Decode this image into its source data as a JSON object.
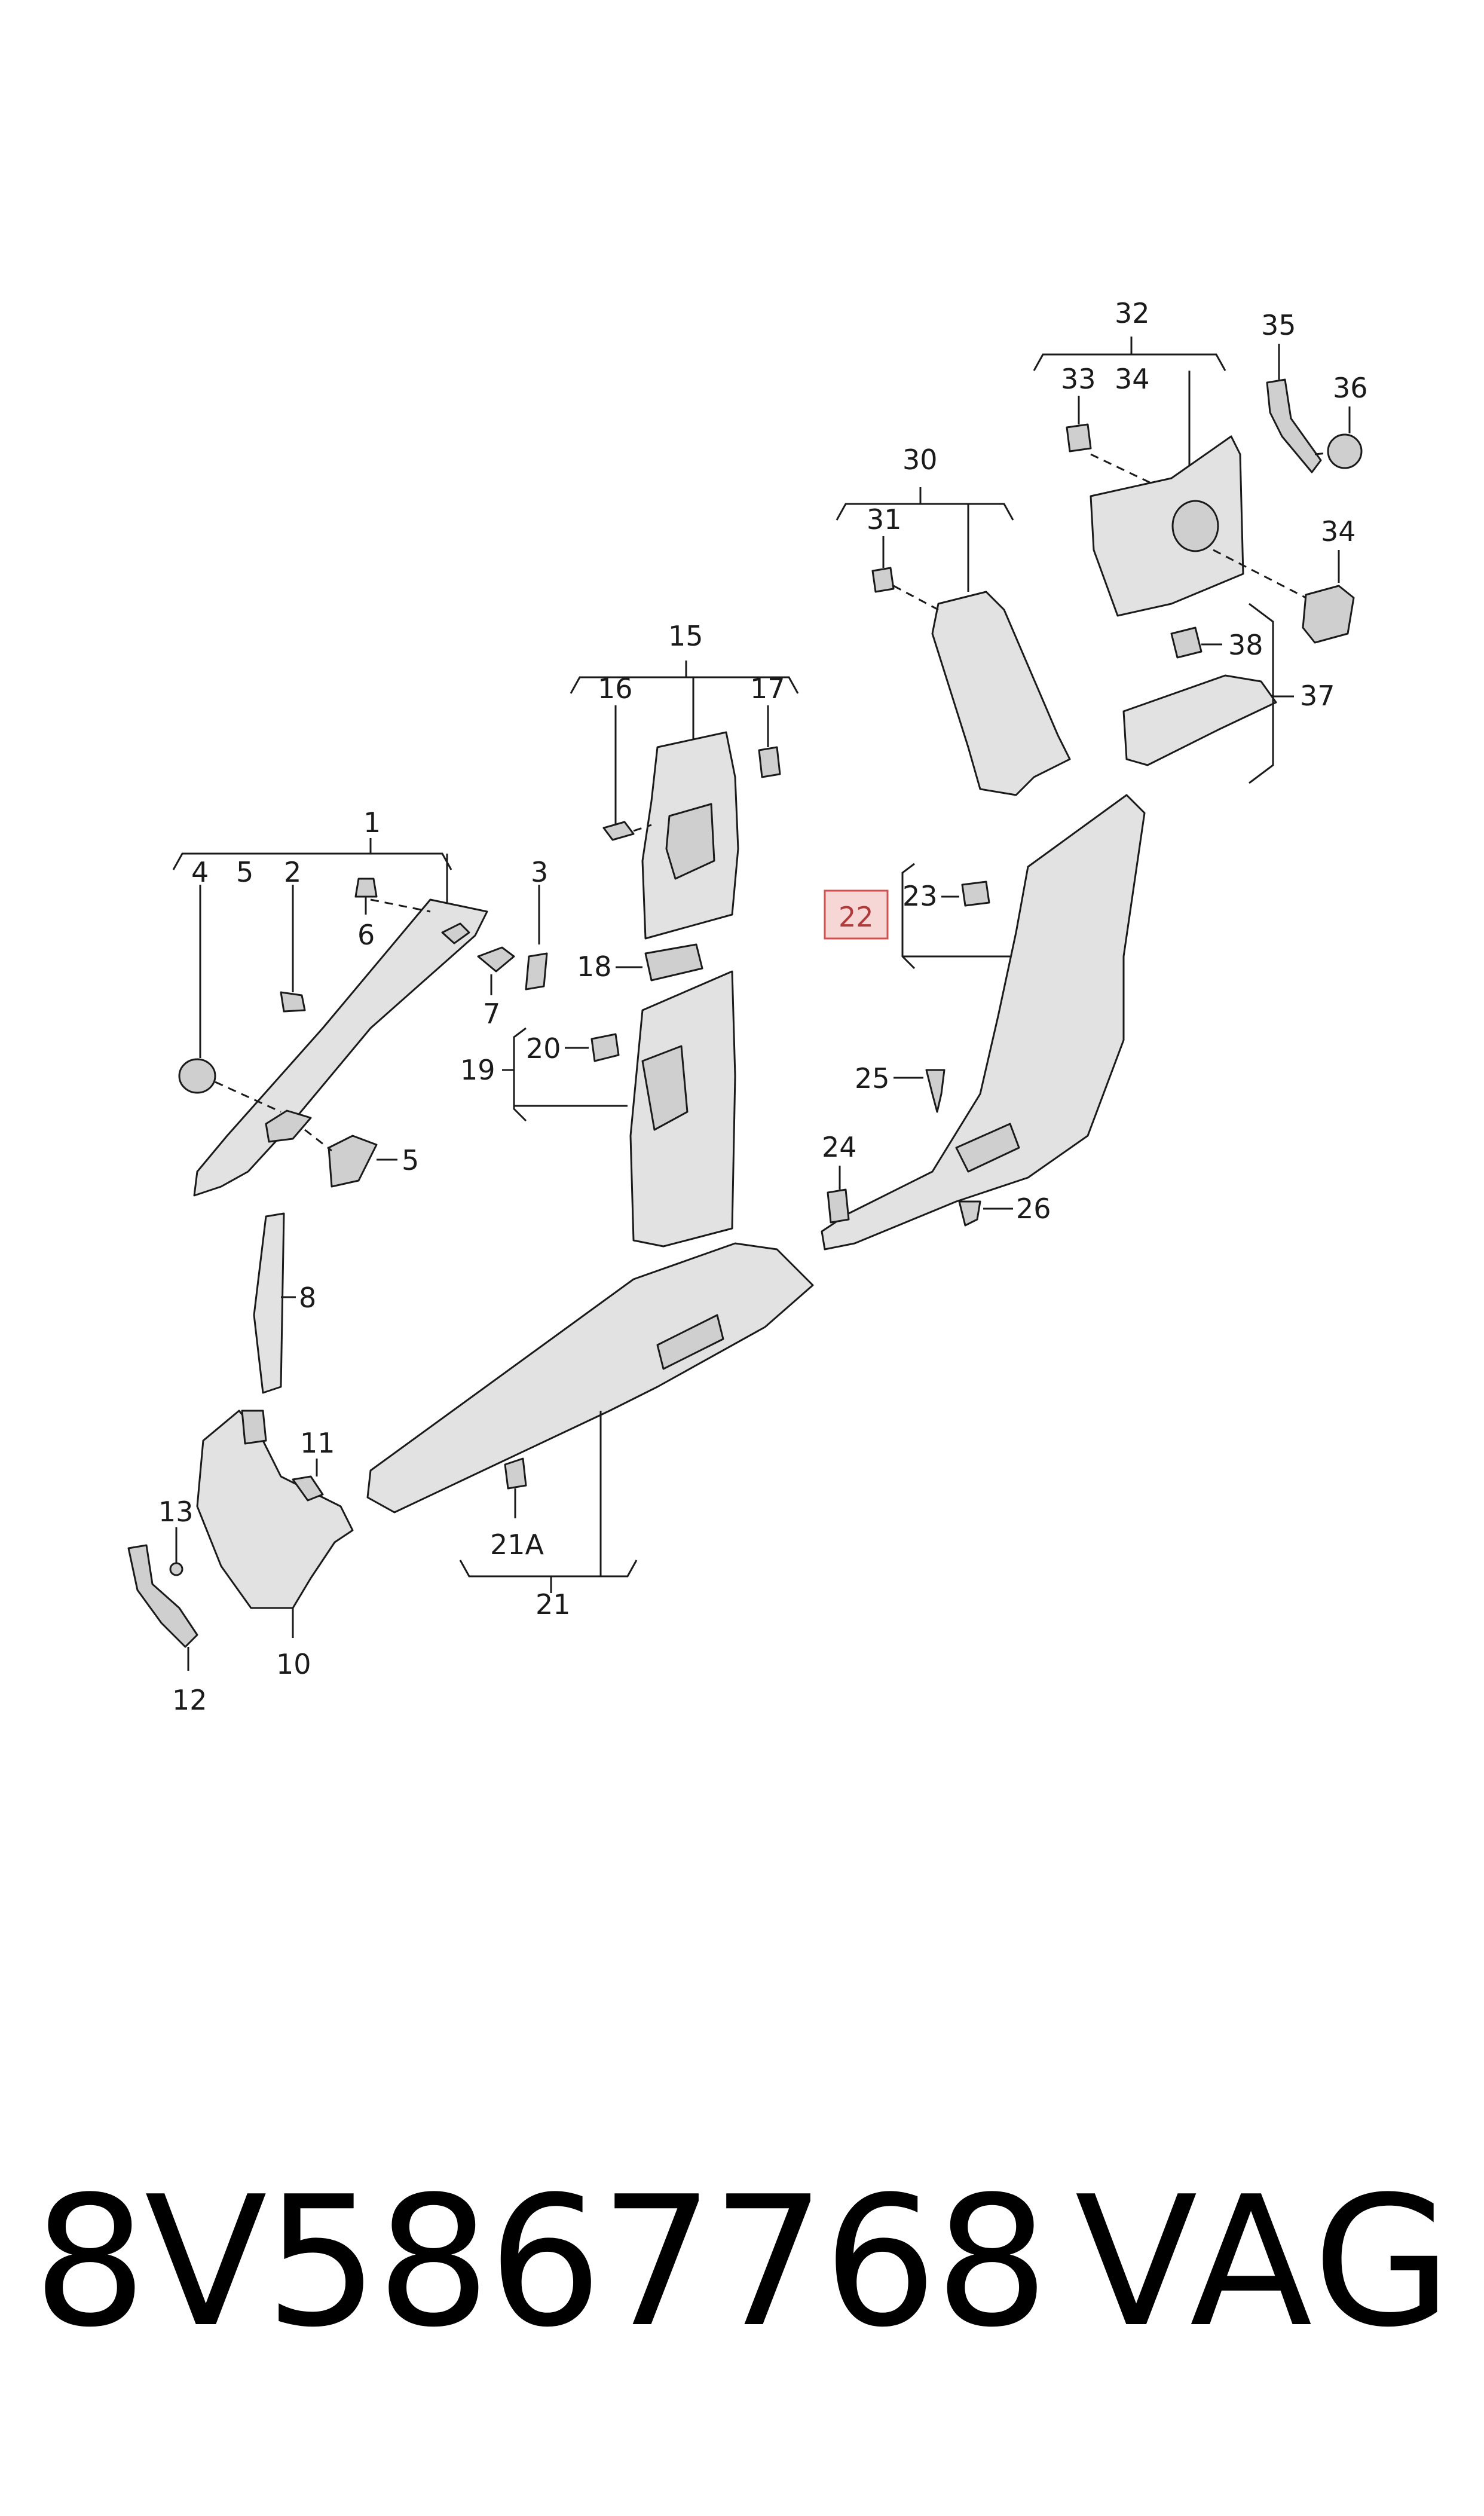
{
  "callouts": {
    "c1": "1",
    "c2": "2",
    "c3": "3",
    "c4": "4",
    "c5a": "5",
    "c5b": "5",
    "c6": "6",
    "c7": "7",
    "c8": "8",
    "c10": "10",
    "c11": "11",
    "c12": "12",
    "c13": "13",
    "c15": "15",
    "c16": "16",
    "c17": "17",
    "c18": "18",
    "c19": "19",
    "c20": "20",
    "c21": "21",
    "c21a": "21A",
    "c22": "22",
    "c23": "23",
    "c24": "24",
    "c25": "25",
    "c26": "26",
    "c30": "30",
    "c31": "31",
    "c32": "32",
    "c33": "33",
    "c34a": "34",
    "c34b": "34",
    "c35": "35",
    "c36": "36",
    "c37": "37",
    "c38": "38"
  },
  "highlight": {
    "callout": "22",
    "fill": "#f7d6d6",
    "stroke": "#d05050"
  },
  "footer": {
    "part_number": "8V5867768",
    "brand": "VAG"
  }
}
